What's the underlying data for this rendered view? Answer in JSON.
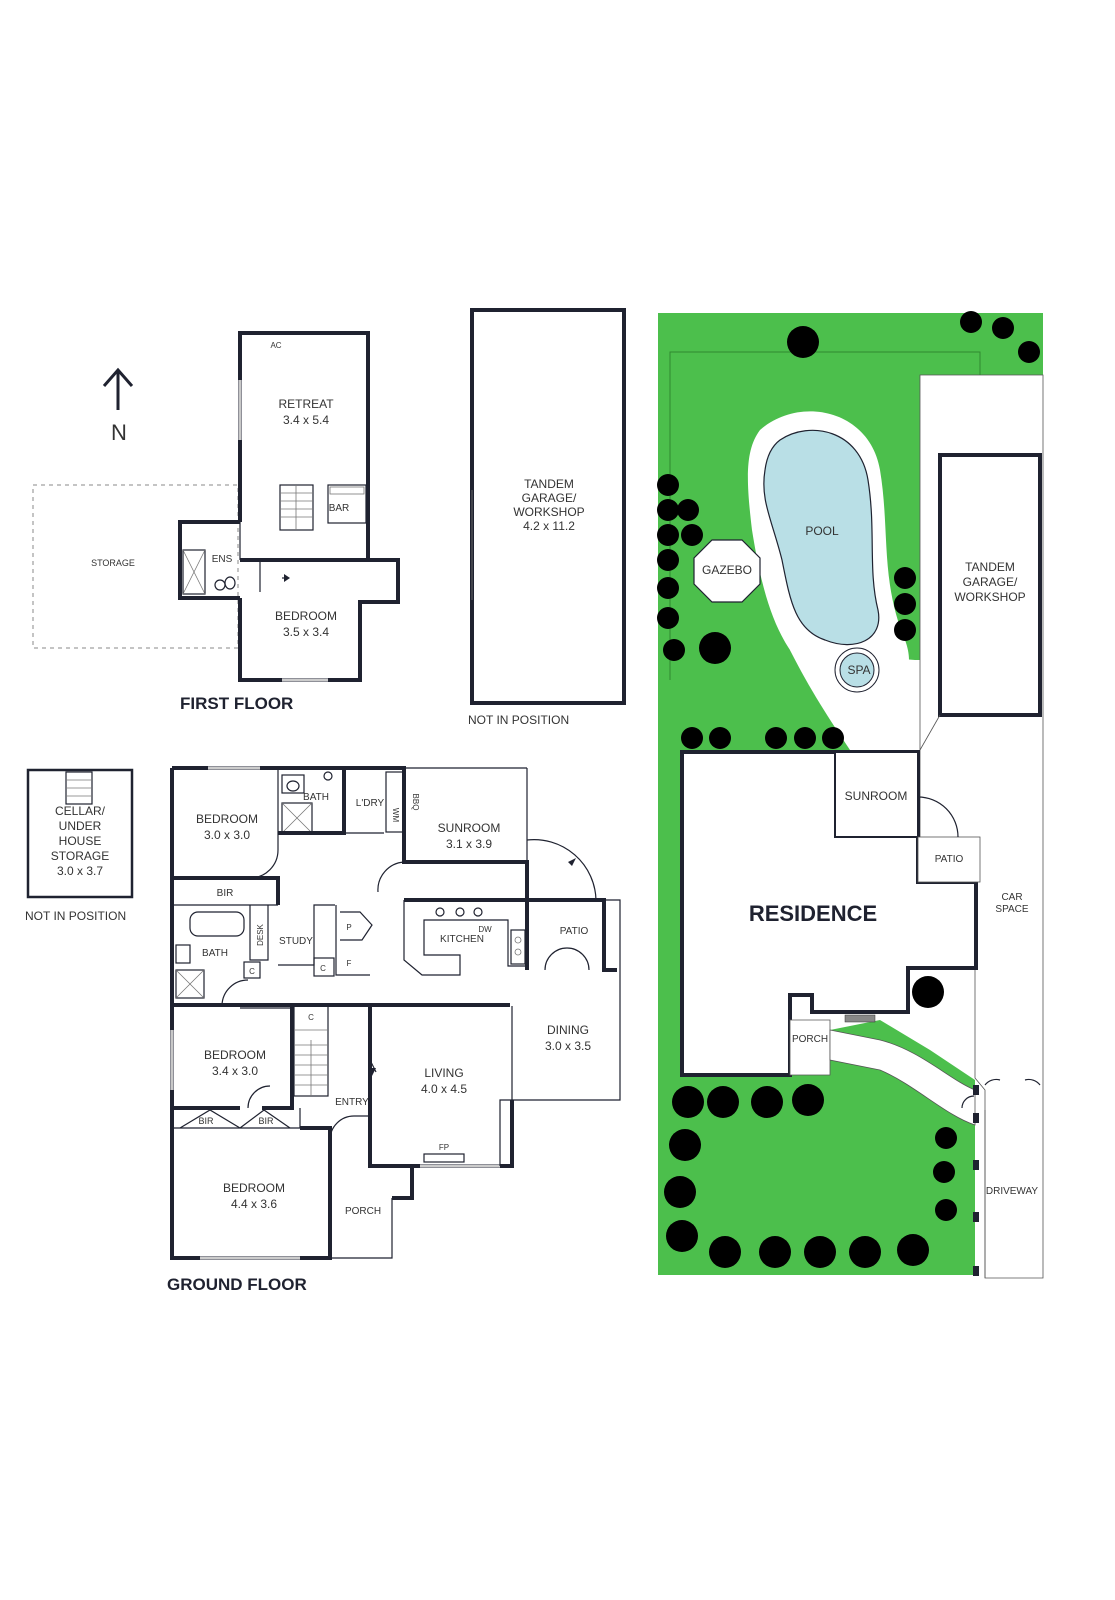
{
  "compass": {
    "label": "N"
  },
  "first_floor": {
    "title": "FIRST FLOOR",
    "retreat": {
      "name": "RETREAT",
      "size": "3.4 x 5.4"
    },
    "ac": "AC",
    "bar": "BAR",
    "storage": "STORAGE",
    "ens": "ENS",
    "bedroom": {
      "name": "BEDROOM",
      "size": "3.5 x 3.4"
    }
  },
  "garage_plan": {
    "lines": [
      "TANDEM",
      "GARAGE/",
      "WORKSHOP",
      "4.2 x 11.2"
    ],
    "note": "NOT IN POSITION"
  },
  "cellar": {
    "lines": [
      "CELLAR/",
      "UNDER",
      "HOUSE",
      "STORAGE",
      "3.0 x 3.7"
    ],
    "note": "NOT IN POSITION"
  },
  "ground_floor": {
    "title": "GROUND FLOOR",
    "bedroom1": {
      "name": "BEDROOM",
      "size": "3.0 x 3.0"
    },
    "bath_top": "BATH",
    "ldry": "L'DRY",
    "wm": "WM",
    "bbq": "BBQ",
    "sunroom": {
      "name": "SUNROOM",
      "size": "3.1 x 3.9"
    },
    "bir": "BIR",
    "bath": "BATH",
    "desk": "DESK",
    "study": "STUDY",
    "p": "P",
    "c": "C",
    "f": "F",
    "kitchen": "KITCHEN",
    "dw": "DW",
    "patio": "PATIO",
    "dining": {
      "name": "DINING",
      "size": "3.0 x 3.5"
    },
    "bedroom2": {
      "name": "BEDROOM",
      "size": "3.4 x 3.0"
    },
    "living": {
      "name": "LIVING",
      "size": "4.0 x 4.5"
    },
    "entry": "ENTRY",
    "fp": "FP",
    "bir2": "BIR",
    "bir3": "BIR",
    "bedroom3": {
      "name": "BEDROOM",
      "size": "4.4 x 3.6"
    },
    "porch": "PORCH"
  },
  "site_plan": {
    "pool": "POOL",
    "gazebo": "GAZEBO",
    "spa": "SPA",
    "garage_lines": [
      "TANDEM",
      "GARAGE/",
      "WORKSHOP"
    ],
    "sunroom": "SUNROOM",
    "patio": "PATIO",
    "residence": "RESIDENCE",
    "car_space_lines": [
      "CAR",
      "SPACE"
    ],
    "porch": "PORCH",
    "driveway": "DRIVEWAY"
  },
  "colors": {
    "lawn": "#4cbf4c",
    "water": "#b9dfe6",
    "wall": "#1f2230"
  }
}
